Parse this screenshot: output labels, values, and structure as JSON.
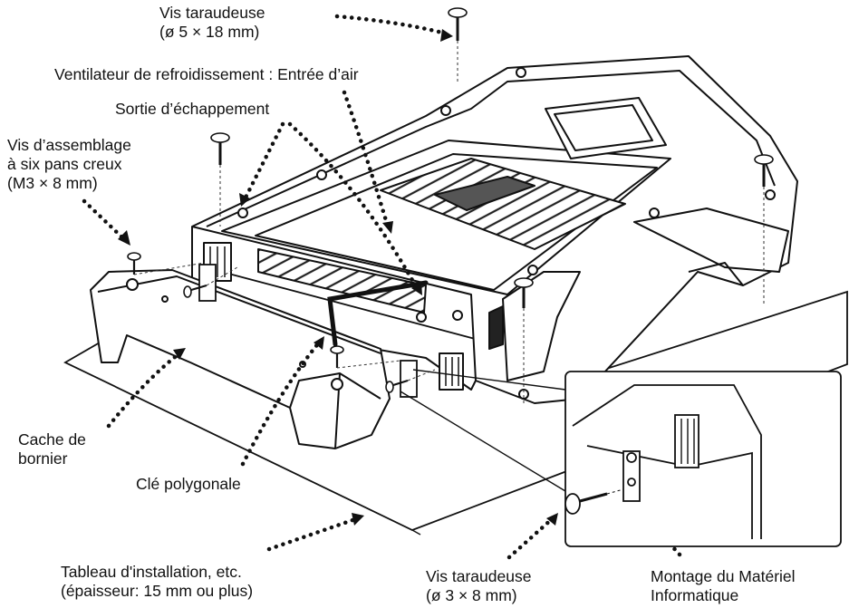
{
  "labels": {
    "screw_top": {
      "line1": "Vis taraudeuse",
      "line2": "(ø 5 × 18 mm)"
    },
    "fan": "Ventilateur de refroidissement : Entrée d’air",
    "exhaust": "Sortie d’échappement",
    "hex_screw": {
      "line1": "Vis d’assemblage",
      "line2": "à six pans creux",
      "line3": "(M3 × 8 mm)"
    },
    "terminal_cover": {
      "line1": "Cache de",
      "line2": "bornier"
    },
    "wrench": "Clé polygonale",
    "board": {
      "line1": "Tableau d'installation, etc.",
      "line2": "(épaisseur: 15 mm ou plus)"
    },
    "screw_bottom": {
      "line1": "Vis taraudeuse",
      "line2": "(ø 3 × 8 mm)"
    },
    "mounting": {
      "line1": "Montage du Matériel",
      "line2": "Informatique"
    }
  }
}
